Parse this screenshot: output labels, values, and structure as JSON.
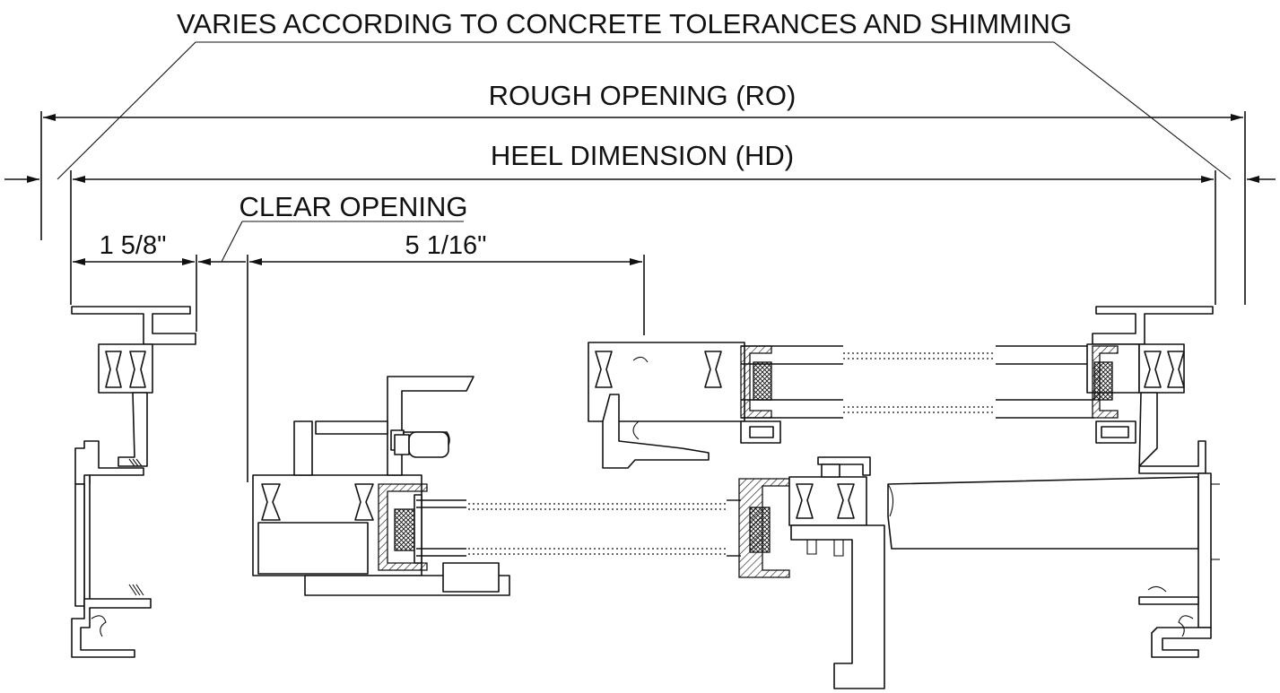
{
  "labels": {
    "varies": "VARIES ACCORDING TO CONCRETE TOLERANCES AND SHIMMING",
    "rough_opening": "ROUGH OPENING (RO)",
    "heel_dimension": "HEEL DIMENSION (HD)",
    "clear_opening": "CLEAR OPENING",
    "dim_left": "1 5/8\"",
    "dim_right": "5 1/16\""
  }
}
